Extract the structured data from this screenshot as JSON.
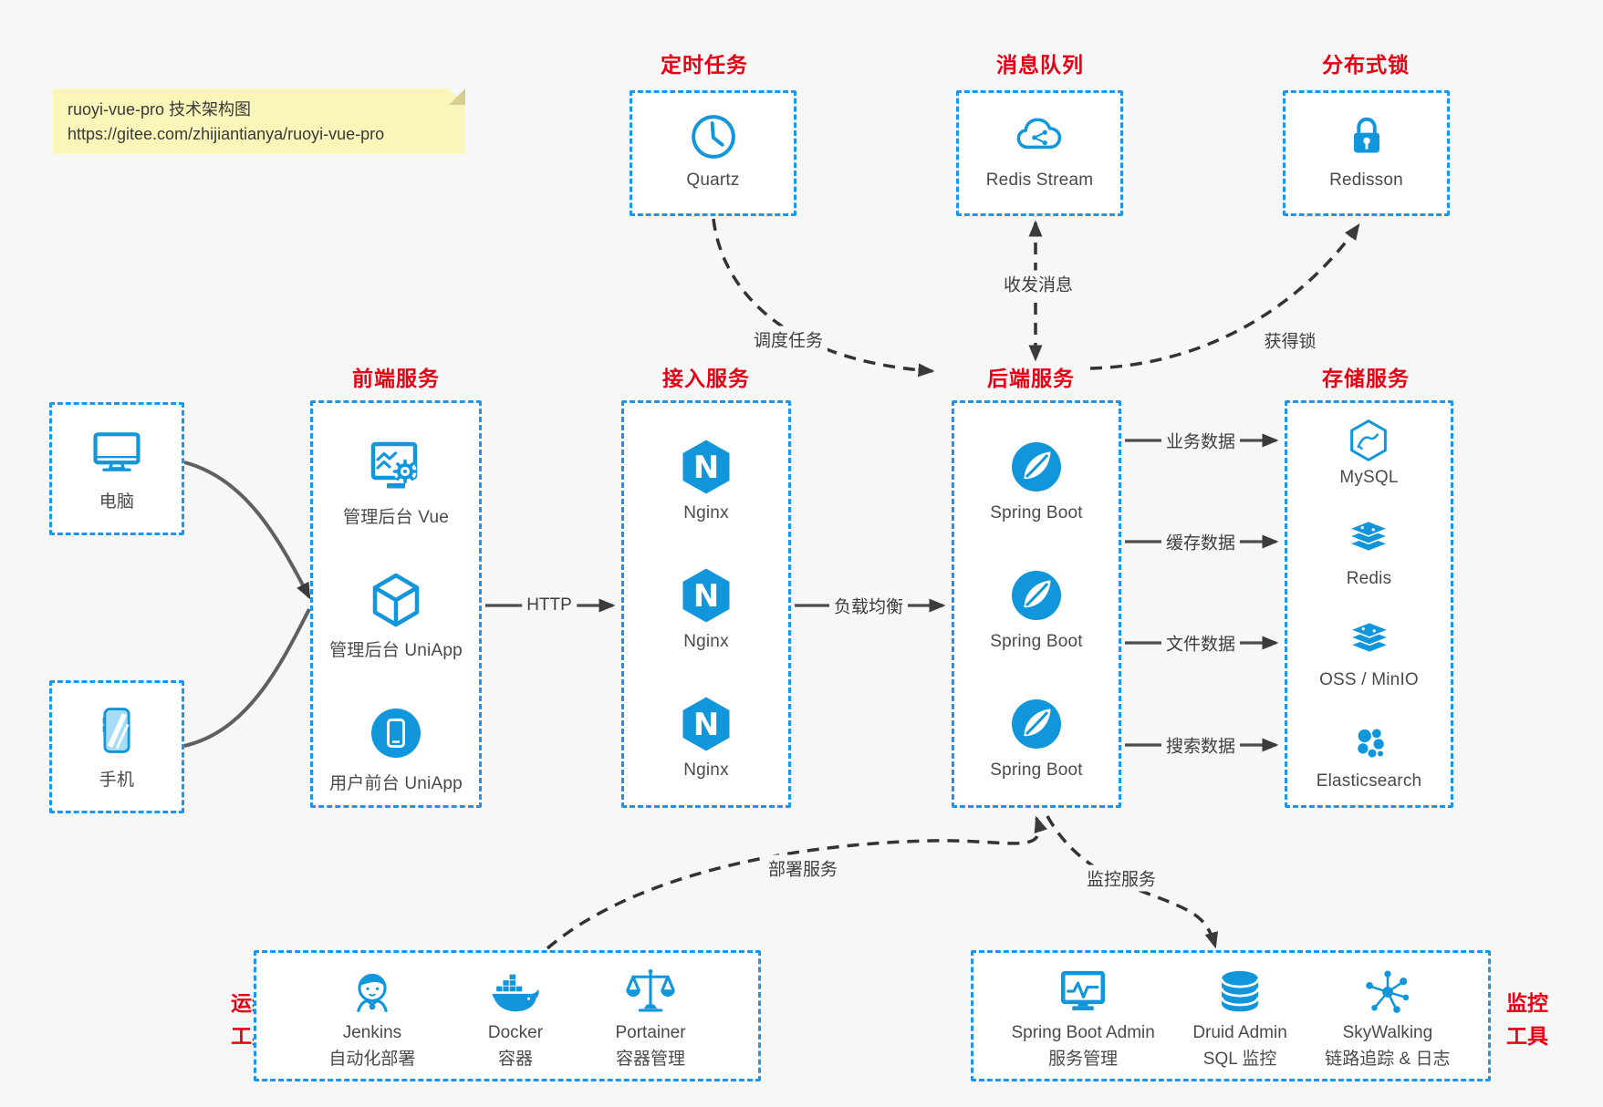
{
  "note": {
    "line1": "ruoyi-vue-pro 技术架构图",
    "line2": "https://gitee.com/zhijiantianya/ruoyi-vue-pro"
  },
  "sections": {
    "scheduled_task": {
      "title": "定时任务",
      "node": {
        "label": "Quartz",
        "icon": "clock-icon"
      }
    },
    "message_queue": {
      "title": "消息队列",
      "node": {
        "label": "Redis Stream",
        "icon": "cloud-circuit-icon"
      }
    },
    "distributed_lock": {
      "title": "分布式锁",
      "node": {
        "label": "Redisson",
        "icon": "lock-icon"
      }
    },
    "clients": {
      "computer": {
        "label": "电脑",
        "icon": "desktop-icon"
      },
      "phone": {
        "label": "手机",
        "icon": "smartphone-icon"
      }
    },
    "frontend": {
      "title": "前端服务",
      "items": [
        {
          "label": "管理后台 Vue",
          "icon": "admin-monitor-gear-icon"
        },
        {
          "label": "管理后台 UniApp",
          "icon": "cube-icon"
        },
        {
          "label": "用户前台 UniApp",
          "icon": "phone-circle-icon"
        }
      ]
    },
    "gateway": {
      "title": "接入服务",
      "items": [
        {
          "label": "Nginx",
          "icon": "nginx-icon"
        },
        {
          "label": "Nginx",
          "icon": "nginx-icon"
        },
        {
          "label": "Nginx",
          "icon": "nginx-icon"
        }
      ]
    },
    "backend": {
      "title": "后端服务",
      "items": [
        {
          "label": "Spring Boot",
          "icon": "spring-leaf-icon"
        },
        {
          "label": "Spring Boot",
          "icon": "spring-leaf-icon"
        },
        {
          "label": "Spring Boot",
          "icon": "spring-leaf-icon"
        }
      ]
    },
    "storage": {
      "title": "存储服务",
      "items": [
        {
          "label": "MySQL",
          "icon": "mysql-icon"
        },
        {
          "label": "Redis",
          "icon": "layer-stack-icon"
        },
        {
          "label": "OSS / MinIO",
          "icon": "layer-stack-icon"
        },
        {
          "label": "Elasticsearch",
          "icon": "elastic-cluster-icon"
        }
      ]
    },
    "ops_tools": {
      "title_line1": "运维",
      "title_line2": "工具",
      "items": [
        {
          "label": "Jenkins",
          "sublabel": "自动化部署",
          "icon": "jenkins-icon"
        },
        {
          "label": "Docker",
          "sublabel": "容器",
          "icon": "docker-whale-icon"
        },
        {
          "label": "Portainer",
          "sublabel": "容器管理",
          "icon": "scales-icon"
        }
      ]
    },
    "monitor_tools": {
      "title_line1": "监控",
      "title_line2": "工具",
      "items": [
        {
          "label": "Spring Boot Admin",
          "sublabel": "服务管理",
          "icon": "admin-pulse-monitor-icon"
        },
        {
          "label": "Druid Admin",
          "sublabel": "SQL 监控",
          "icon": "database-icon"
        },
        {
          "label": "SkyWalking",
          "sublabel": "链路追踪 & 日志",
          "icon": "node-graph-icon"
        }
      ]
    }
  },
  "edges": {
    "http": "HTTP",
    "load_balance": "负载均衡",
    "business_data": "业务数据",
    "cache_data": "缓存数据",
    "file_data": "文件数据",
    "search_data": "搜索数据",
    "schedule": "调度任务",
    "messages": "收发消息",
    "acquire_lock": "获得锁",
    "deploy": "部署服务",
    "monitor": "监控服务"
  },
  "colors": {
    "canvas_bg": "#f7f7f8",
    "box_border_blue": "#1a96f0",
    "icon_blue": "#1296db",
    "title_red": "#e60013",
    "label_gray": "#4a4a4a",
    "solid_arrow": "#4d4d4d",
    "dashed_arrow": "#333333",
    "note_bg": "#faf5b9"
  }
}
